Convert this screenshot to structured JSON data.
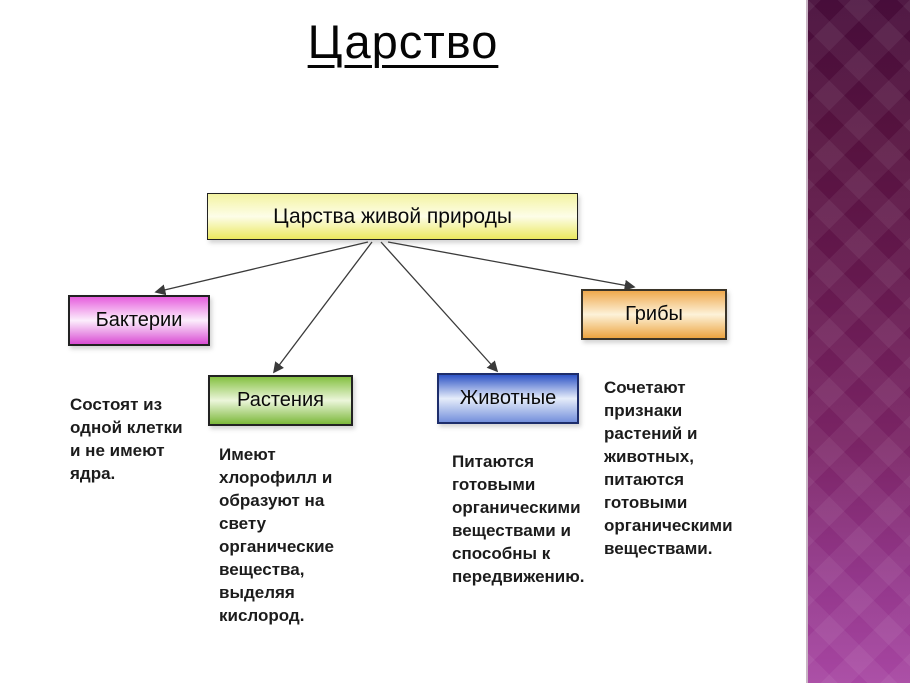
{
  "slide": {
    "title": "Царство",
    "background_color": "#ffffff"
  },
  "root": {
    "label": "Царства живой природы",
    "colors": [
      "#f3f3a2",
      "#fdfde8",
      "#ebe95e"
    ],
    "border_color": "#222222"
  },
  "kingdoms": [
    {
      "label": "Бактерии",
      "description": "Состоят из\nодной клетки\nи не имеют\nядра.",
      "colors": [
        "#e65fdd",
        "#fceefc",
        "#d94cd3"
      ]
    },
    {
      "label": "Растения",
      "description": "Имеют\nхлорофилл и\nобразуют на\nсвету\nорганические\nвещества,\nвыделяя\nкислород.",
      "colors": [
        "#85c142",
        "#ecf6db",
        "#7cb83a"
      ]
    },
    {
      "label": "Животные",
      "description": "Питаются\nготовыми\nорганическими\nвеществами и\nспособны к\nпередвижению.",
      "colors": [
        "#2e54c6",
        "#e6edfa",
        "#7590dc"
      ]
    },
    {
      "label": "Грибы",
      "description": "Сочетают\nпризнаки\nрастений и\nживотных,\nпитаются\nготовыми\nорганическими\nвеществами.",
      "colors": [
        "#efa94d",
        "#fdf2d9",
        "#eca440"
      ]
    }
  ],
  "decor": {
    "stripe_top_color": "#470d3a",
    "stripe_bottom_color": "#a746a2",
    "arrow_color": "#3a3a3a"
  }
}
